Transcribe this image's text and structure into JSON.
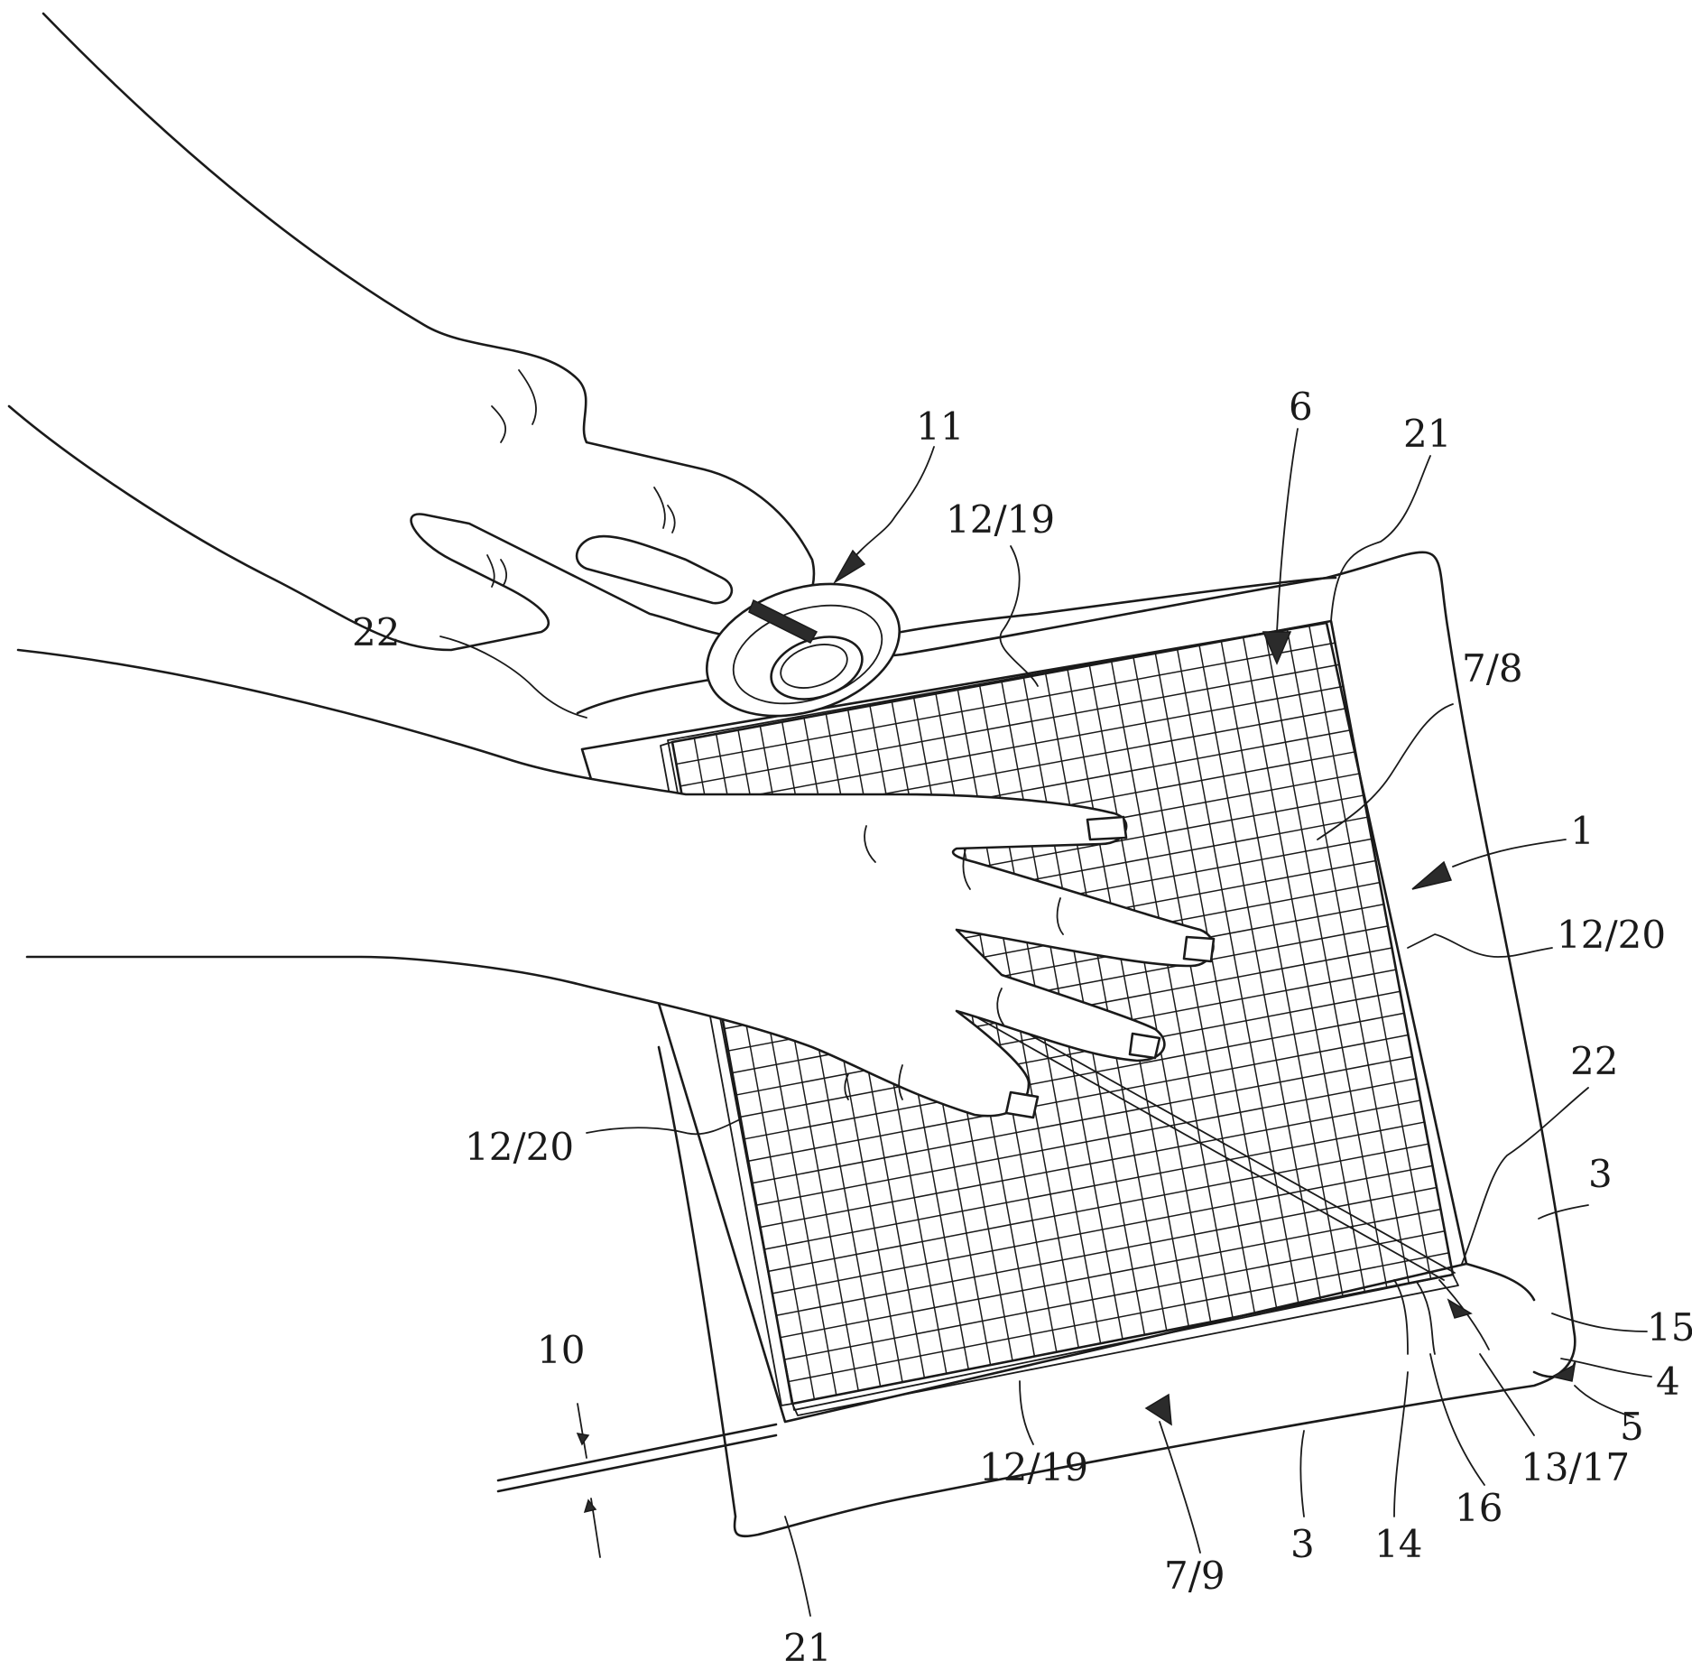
{
  "figure": {
    "labels": [
      {
        "id": "ref-11",
        "text": "11"
      },
      {
        "id": "ref-12-19-top",
        "text": "12/19"
      },
      {
        "id": "ref-6",
        "text": "6"
      },
      {
        "id": "ref-21-top",
        "text": "21"
      },
      {
        "id": "ref-22-left",
        "text": "22"
      },
      {
        "id": "ref-7-8",
        "text": "7/8"
      },
      {
        "id": "ref-1",
        "text": "1"
      },
      {
        "id": "ref-12-20-right",
        "text": "12/20"
      },
      {
        "id": "ref-12-20-left",
        "text": "12/20"
      },
      {
        "id": "ref-22-right",
        "text": "22"
      },
      {
        "id": "ref-3-right",
        "text": "3"
      },
      {
        "id": "ref-15",
        "text": "15"
      },
      {
        "id": "ref-4",
        "text": "4"
      },
      {
        "id": "ref-5",
        "text": "5"
      },
      {
        "id": "ref-13-17",
        "text": "13/17"
      },
      {
        "id": "ref-10",
        "text": "10"
      },
      {
        "id": "ref-12-19-bottom",
        "text": "12/19"
      },
      {
        "id": "ref-16",
        "text": "16"
      },
      {
        "id": "ref-14",
        "text": "14"
      },
      {
        "id": "ref-3-bottom",
        "text": "3"
      },
      {
        "id": "ref-7-9",
        "text": "7/9"
      },
      {
        "id": "ref-21-bottom",
        "text": "21"
      }
    ]
  }
}
